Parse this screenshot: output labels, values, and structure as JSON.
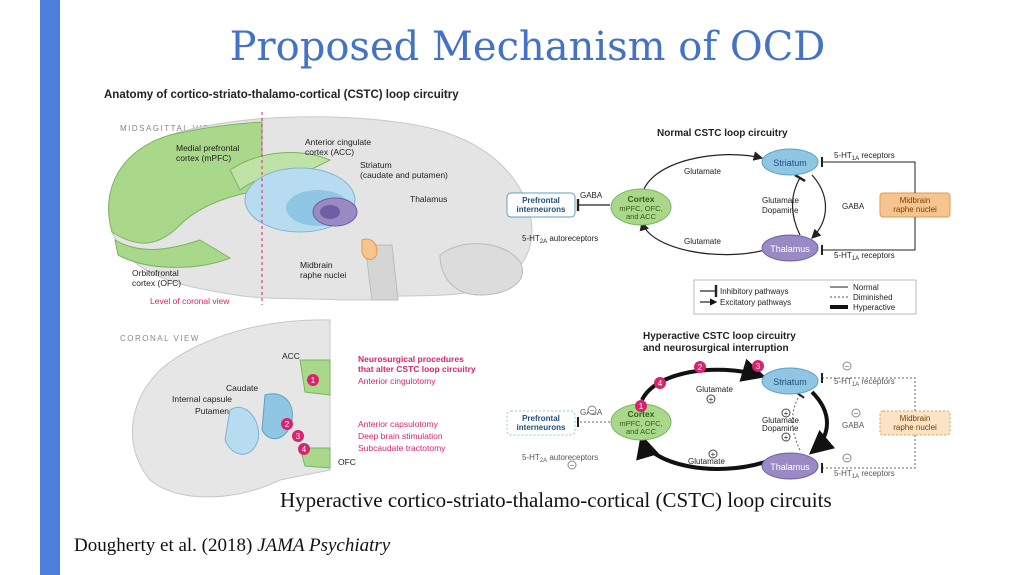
{
  "slide": {
    "title": "Proposed Mechanism of OCD",
    "caption": "Hyperactive cortico-striato-thalamo-cortical (CSTC)  loop circuits",
    "citation_author": "Dougherty et al. (2018)",
    "citation_journal": "JAMA Psychiatry",
    "accent_color": "#4a7fdc"
  },
  "figure": {
    "heading": "Anatomy of cortico-striato-thalamo-cortical (CSTC) loop circuitry",
    "midsagittal": {
      "view_label": "MIDSAGITTAL VIEW",
      "mpfc": "Medial prefrontal",
      "mpfc2": "cortex (mPFC)",
      "acc": "Anterior cingulate",
      "acc2": "cortex (ACC)",
      "striatum": "Striatum",
      "striatum2": "(caudate and putamen)",
      "thalamus": "Thalamus",
      "midbrain": "Midbrain",
      "midbrain2": "raphe nuclei",
      "ofc": "Orbitofrontal",
      "ofc2": "cortex (OFC)",
      "coronal_level": "Level of coronal view"
    },
    "coronal": {
      "view_label": "CORONAL VIEW",
      "acc": "ACC",
      "caudate": "Caudate",
      "internal_capsule": "Internal capsule",
      "putamen": "Putamen",
      "ofc": "OFC",
      "procedures_title": "Neurosurgical procedures",
      "procedures_title2": "that alter CSTC loop circuitry",
      "procedures": [
        {
          "num": "1",
          "label": "Anterior cingulotomy"
        },
        {
          "num": "2",
          "label": "Anterior capsulotomy"
        },
        {
          "num": "3",
          "label": "Deep brain stimulation"
        },
        {
          "num": "4",
          "label": "Subcaudate tractotomy"
        }
      ]
    },
    "normal": {
      "title": "Normal CSTC loop circuitry",
      "striatum": "Striatum",
      "thalamus": "Thalamus",
      "cortex": "Cortex",
      "cortex_sub1": "mPFC, OFC,",
      "cortex_sub2": "and ACC",
      "prefrontal": "Prefrontal",
      "prefrontal2": "interneurons",
      "midbrain": "Midbrain",
      "midbrain2": "raphe nuclei",
      "gaba": "GABA",
      "gaba_right": "GABA",
      "glutamate_top": "Glutamate",
      "glutamate_bottom": "Glutamate",
      "glutamate_mid": "Glutamate",
      "dopamine": "Dopamine",
      "receptor_top": "5-HT",
      "receptor_top_sub": "1A",
      "receptor_top_tail": " receptors",
      "receptor_bottom": "5-HT",
      "receptor_bottom_sub": "1A",
      "receptor_bottom_tail": " receptors",
      "autoreceptor": "5-HT",
      "autoreceptor_sub": "2A",
      "autoreceptor_tail": " autoreceptors"
    },
    "legend": {
      "inhibitory": "Inhibitory pathways",
      "excitatory": "Excitatory pathways",
      "normal": "Normal",
      "diminished": "Diminished",
      "hyperactive": "Hyperactive"
    },
    "hyper": {
      "title": "Hyperactive CSTC loop circuitry",
      "title2": "and neurosurgical interruption",
      "striatum": "Striatum",
      "thalamus": "Thalamus",
      "cortex": "Cortex",
      "cortex_sub1": "mPFC, OFC,",
      "cortex_sub2": "and ACC",
      "prefrontal": "Prefrontal",
      "prefrontal2": "interneurons",
      "midbrain": "Midbrain",
      "midbrain2": "raphe nuclei",
      "gaba": "GABA",
      "gaba_right": "GABA",
      "glutamate_top": "Glutamate",
      "glutamate_bottom": "Glutamate",
      "glutamate_mid": "Glutamate",
      "dopamine": "Dopamine",
      "receptor_top": "5-HT",
      "receptor_top_sub": "1A",
      "receptor_top_tail": " receptors",
      "receptor_bottom": "5-HT",
      "receptor_bottom_sub": "1A",
      "receptor_bottom_tail": " receptors",
      "autoreceptor": "5-HT",
      "autoreceptor_sub": "2A",
      "autoreceptor_tail": " autoreceptors",
      "plus": "+",
      "minus": "−",
      "badges": [
        "1",
        "2",
        "3",
        "4"
      ]
    },
    "colors": {
      "cortex_green": "#a9d88b",
      "node_blue": "#8fc6e3",
      "thalamus_purple": "#9a8ac4",
      "midbrain_orange": "#f6c48f",
      "magenta": "#d6246e"
    }
  }
}
